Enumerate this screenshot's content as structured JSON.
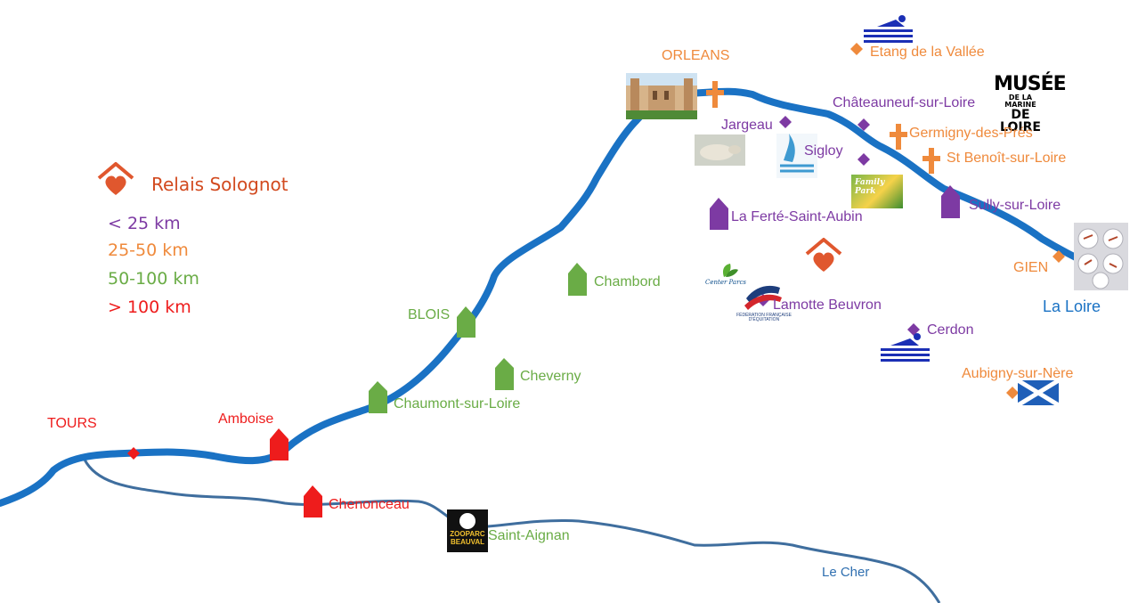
{
  "legend": {
    "title": "Relais Solognot",
    "items": [
      {
        "label": "< 25 km",
        "color": "#7d3aa3"
      },
      {
        "label": "25-50 km",
        "color": "#ef8a3c"
      },
      {
        "label": "50-100 km",
        "color": "#6aac46"
      },
      {
        "label": "> 100 km",
        "color": "#ee1c1c"
      }
    ]
  },
  "rivers": {
    "loire": "La Loire",
    "cher": "Le Cher"
  },
  "places": {
    "tours": "TOURS",
    "amboise": "Amboise",
    "chenonceau": "Chenonceau",
    "saint_aignan": "Saint-Aignan",
    "chaumont": "Chaumont-sur-Loire",
    "blois": "BLOIS",
    "cheverny": "Cheverny",
    "chambord": "Chambord",
    "orleans": "ORLEANS",
    "jargeau": "Jargeau",
    "sigloy": "Sigloy",
    "chateauneuf": "Châteauneuf-sur-Loire",
    "germigny": "Germigny-des-Prés",
    "st_benoit": "St Benoît-sur-Loire",
    "sully": "Sully-sur-Loire",
    "la_ferte": "La Ferté-Saint-Aubin",
    "lamotte": "Lamotte Beuvron",
    "cerdon": "Cerdon",
    "gien": "GIEN",
    "aubigny": "Aubigny-sur-Nère",
    "etang": "Etang de la Vallée"
  },
  "logos": {
    "musee_line1": "MUSÉE",
    "musee_line2": "DE LA MARINE",
    "musee_line3": "DE LOIRE",
    "zoo_line1": "ZOOPARC",
    "zoo_line2": "BEAUVAL",
    "family_park": "Family Park",
    "center_parcs": "Center Parcs",
    "ffe": "FÉDÉRATION FRANÇAISE D'ÉQUITATION"
  },
  "colors": {
    "red": "#ee1c1c",
    "orange": "#ef8a3c",
    "green": "#6aac46",
    "purple": "#7d3aa3",
    "loire": "#1a72c4",
    "cher": "#3f6e9e",
    "swim": "#1b2fb5"
  },
  "icons": {
    "castle": "castle-icon",
    "church": "cross-icon",
    "diamond": "diamond-marker-icon",
    "swim": "swimming-icon",
    "relais": "heart-house-icon",
    "scotland": "saltire-flag-icon"
  }
}
